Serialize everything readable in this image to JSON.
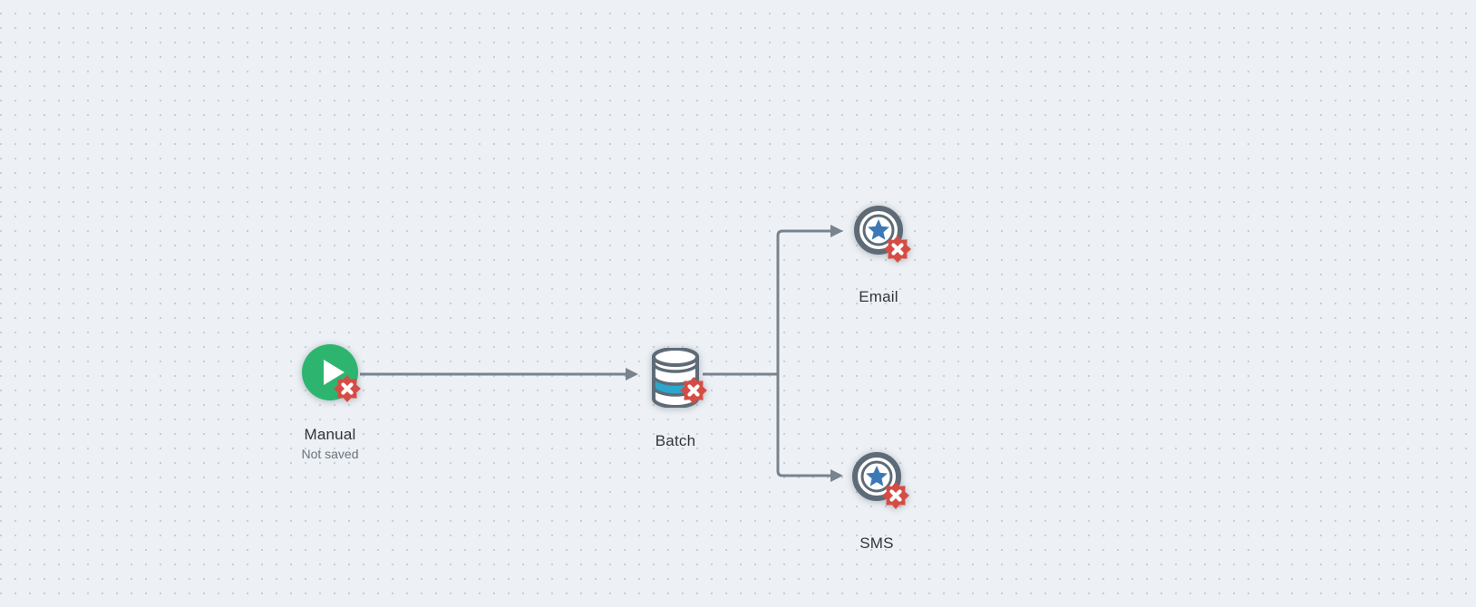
{
  "canvas": {
    "background_color": "#edf1f5",
    "dot_color": "#c7ced6",
    "connector_color": "#79838e"
  },
  "nodes": [
    {
      "id": "manual",
      "label": "Manual",
      "sublabel": "Not saved",
      "icon": "play-circle-icon",
      "icon_color": "#2db56f",
      "has_error_badge": true
    },
    {
      "id": "batch",
      "label": "Batch",
      "icon": "database-icon",
      "accent_color": "#2ca6cd",
      "has_error_badge": true
    },
    {
      "id": "email",
      "label": "Email",
      "icon": "shield-star-icon",
      "star_color": "#3c78b5",
      "has_error_badge": true
    },
    {
      "id": "sms",
      "label": "SMS",
      "icon": "shield-star-icon",
      "star_color": "#3c78b5",
      "has_error_badge": true
    }
  ],
  "error_badge": {
    "color": "#d64c44",
    "glyph_color": "#ffffff",
    "meaning": "error"
  },
  "connections": [
    {
      "from": "manual",
      "to": "batch"
    },
    {
      "from": "batch",
      "to": "email"
    },
    {
      "from": "batch",
      "to": "sms"
    }
  ]
}
